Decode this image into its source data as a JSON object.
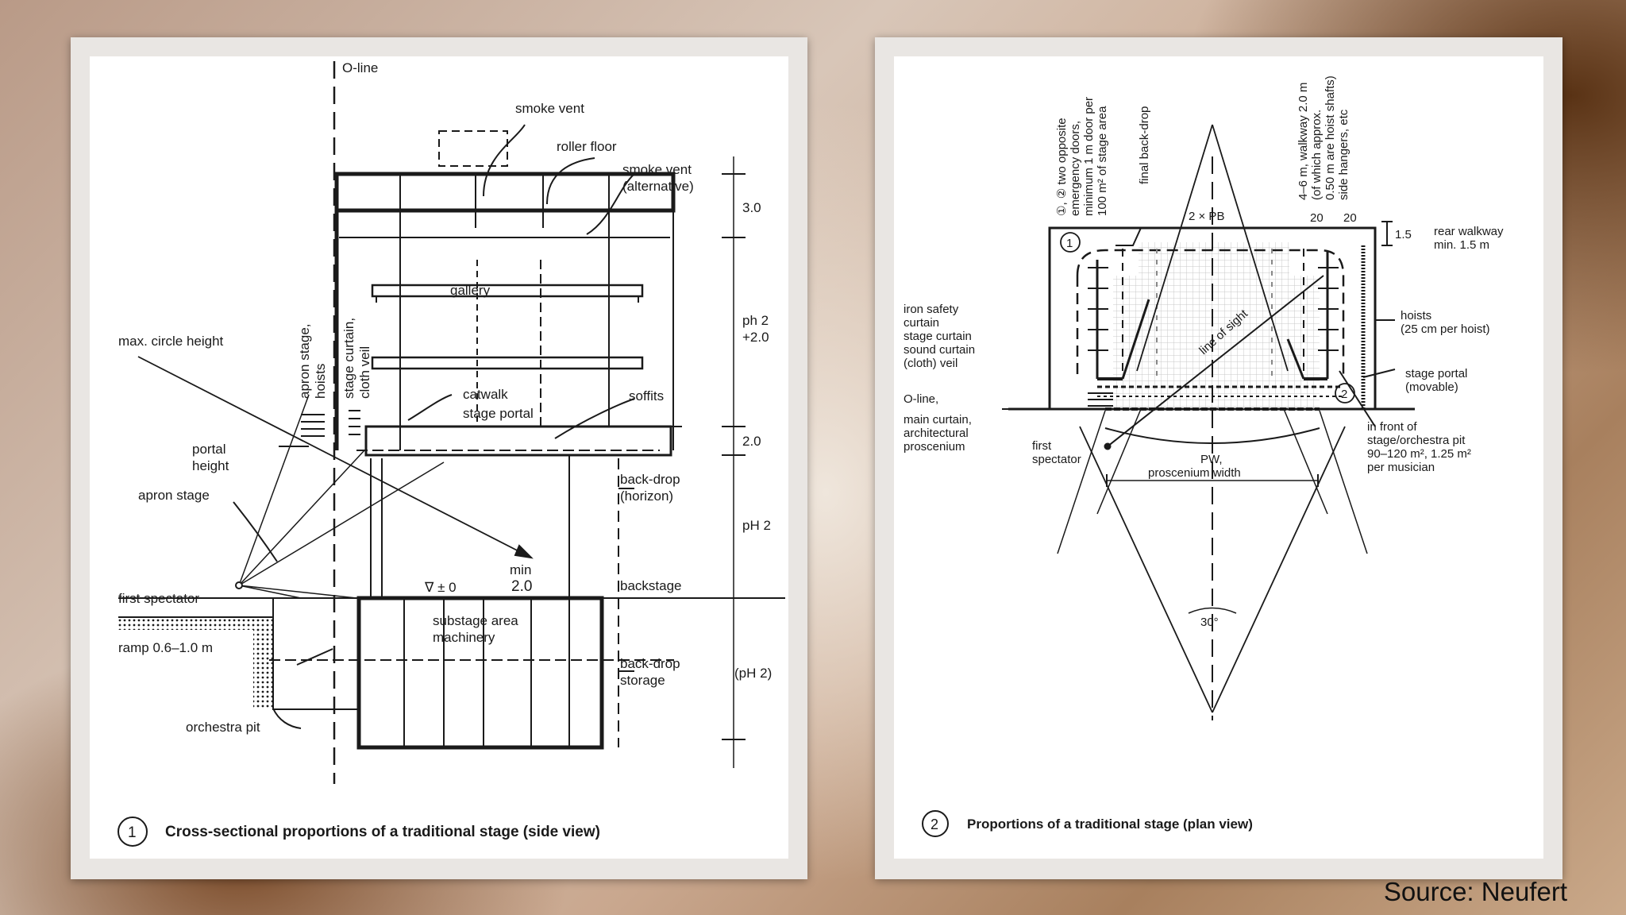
{
  "figure1": {
    "labels": {
      "oline": "O-line",
      "smoke_vent": "smoke vent",
      "roller_floor": "roller floor",
      "smoke_vent_alt_1": "smoke vent",
      "smoke_vent_alt_2": "(alternative)",
      "gallery": "gallery",
      "max_circle_height": "max. circle height",
      "apron_stage_hoists_1": "apron stage,",
      "apron_stage_hoists_2": "hoists",
      "stage_curtain_1": "stage curtain,",
      "stage_curtain_2": "cloth veil",
      "catwalk": "catwalk",
      "stage_portal": "stage portal",
      "soffits": "soffits",
      "portal_height_1": "portal",
      "portal_height_2": "height",
      "apron_stage": "apron stage",
      "backdrop_horizon_1": "back-drop",
      "backdrop_horizon_2": "(horizon)",
      "first_spectator": "first spectator",
      "level_zero": "∇ ± 0",
      "min": "min",
      "min_value": "2.0",
      "backstage": "backstage",
      "ramp": "ramp 0.6–1.0 m",
      "substage_1": "substage area",
      "substage_2": "machinery",
      "backdrop_storage_1": "back-drop",
      "backdrop_storage_2": "storage",
      "orchestra_pit": "orchestra pit"
    },
    "dimensions": {
      "d1": "3.0",
      "d2a": "ph 2",
      "d2b": "+2.0",
      "d3": "2.0",
      "d4": "pH 2",
      "d5": "(pH 2)"
    },
    "caption": {
      "number": "1",
      "text": "Cross-sectional proportions of a traditional stage (side view)"
    }
  },
  "figure2": {
    "labels": {
      "doors_1": "①, ② two opposite",
      "doors_2": "emergency doors,",
      "doors_3": "minimum 1 m door per",
      "doors_4": "100 m² of stage area",
      "final_backdrop": "final back-drop",
      "walkway_1": "4–6 m, walkway 2.0 m",
      "walkway_2": "(of which approx.",
      "walkway_3": "0.50 m are hoist shafts)",
      "walkway_4": "side hangers, etc",
      "pb": "2 × PB",
      "dim_20a": "20",
      "dim_20b": "20",
      "dim_15": "1.5",
      "rear_walkway_1": "rear walkway",
      "rear_walkway_2": "min. 1.5 m",
      "door1": "1",
      "door2": "2",
      "iron_1": "iron safety",
      "iron_2": "curtain",
      "iron_3": "stage curtain",
      "iron_4": "sound curtain",
      "iron_5": "(cloth) veil",
      "line_of_sight": "line of sight",
      "hoists_1": "hoists",
      "hoists_2": "(25 cm per hoist)",
      "portal_1": "stage portal",
      "portal_2": "(movable)",
      "oline": "O-line,",
      "main_1": "main curtain,",
      "main_2": "architectural",
      "main_3": "proscenium",
      "first_1": "first",
      "first_2": "spectator",
      "pw_1": "PW,",
      "pw_2": "proscenium width",
      "pit_1": "in front of",
      "pit_2": "stage/orchestra pit",
      "pit_3": "90–120 m², 1.25 m²",
      "pit_4": "per musician",
      "angle": "30°"
    },
    "caption": {
      "number": "2",
      "text": "Proportions of a traditional stage (plan view)"
    }
  },
  "source": "Source: Neufert",
  "colors": {
    "ink": "#1a1a1a",
    "paper": "#ffffff",
    "frame": "#e9e6e3"
  }
}
